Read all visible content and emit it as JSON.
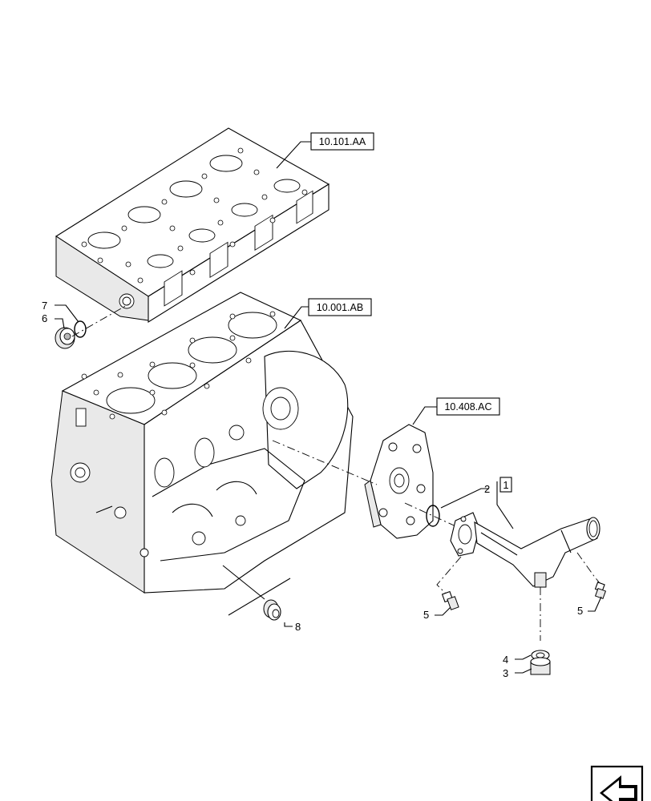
{
  "references": {
    "cylinder_head": "10.101.AA",
    "engine_block": "10.001.AB",
    "oil_pump_cover": "10.408.AC"
  },
  "callouts": {
    "item_1": "1",
    "item_2": "2",
    "item_3": "3",
    "item_4": "4",
    "item_5_left": "5",
    "item_5_right": "5",
    "item_6": "6",
    "item_7": "7",
    "item_8": "8"
  },
  "icons": {
    "corner": "next-page-arrow-icon"
  }
}
